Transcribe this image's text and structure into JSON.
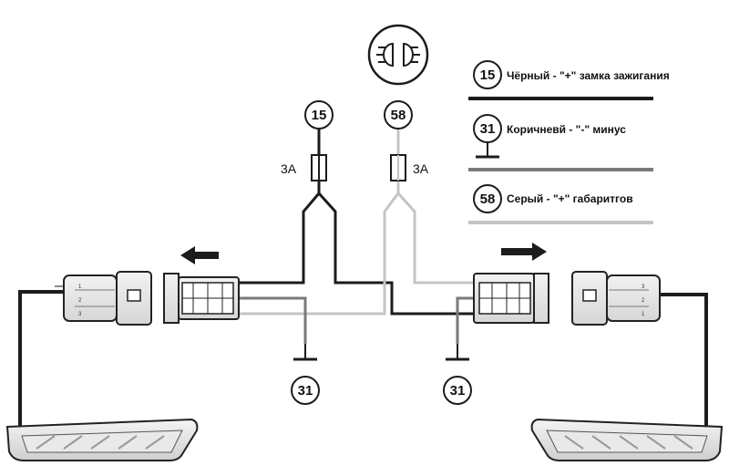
{
  "colors": {
    "black_wire": "#1c1c1c",
    "brown_wire": "#7a7a7a",
    "grey_wire": "#c4c4c4",
    "connector_fill": "#e6e6e6",
    "outline": "#222222"
  },
  "icons": {
    "lamp": "headlamp-symbol-icon",
    "arrow_left": "arrow-left-icon",
    "arrow_right": "arrow-right-icon",
    "ground": "ground-symbol-icon"
  },
  "terminals": {
    "t15": "15",
    "t58": "58",
    "ground_left": "31",
    "ground_right": "31"
  },
  "fuses": {
    "left": "3A",
    "right": "3A"
  },
  "connector_pins": [
    "1",
    "2",
    "3"
  ],
  "legend": [
    {
      "num": "15",
      "text": "Чёрный - \"+\" замка зажигания",
      "wire": "black"
    },
    {
      "num": "31",
      "text": "Коричневй - \"-\" минус",
      "wire": "brown"
    },
    {
      "num": "58",
      "text": "Серый - \"+\" габаритгов",
      "wire": "grey"
    }
  ]
}
